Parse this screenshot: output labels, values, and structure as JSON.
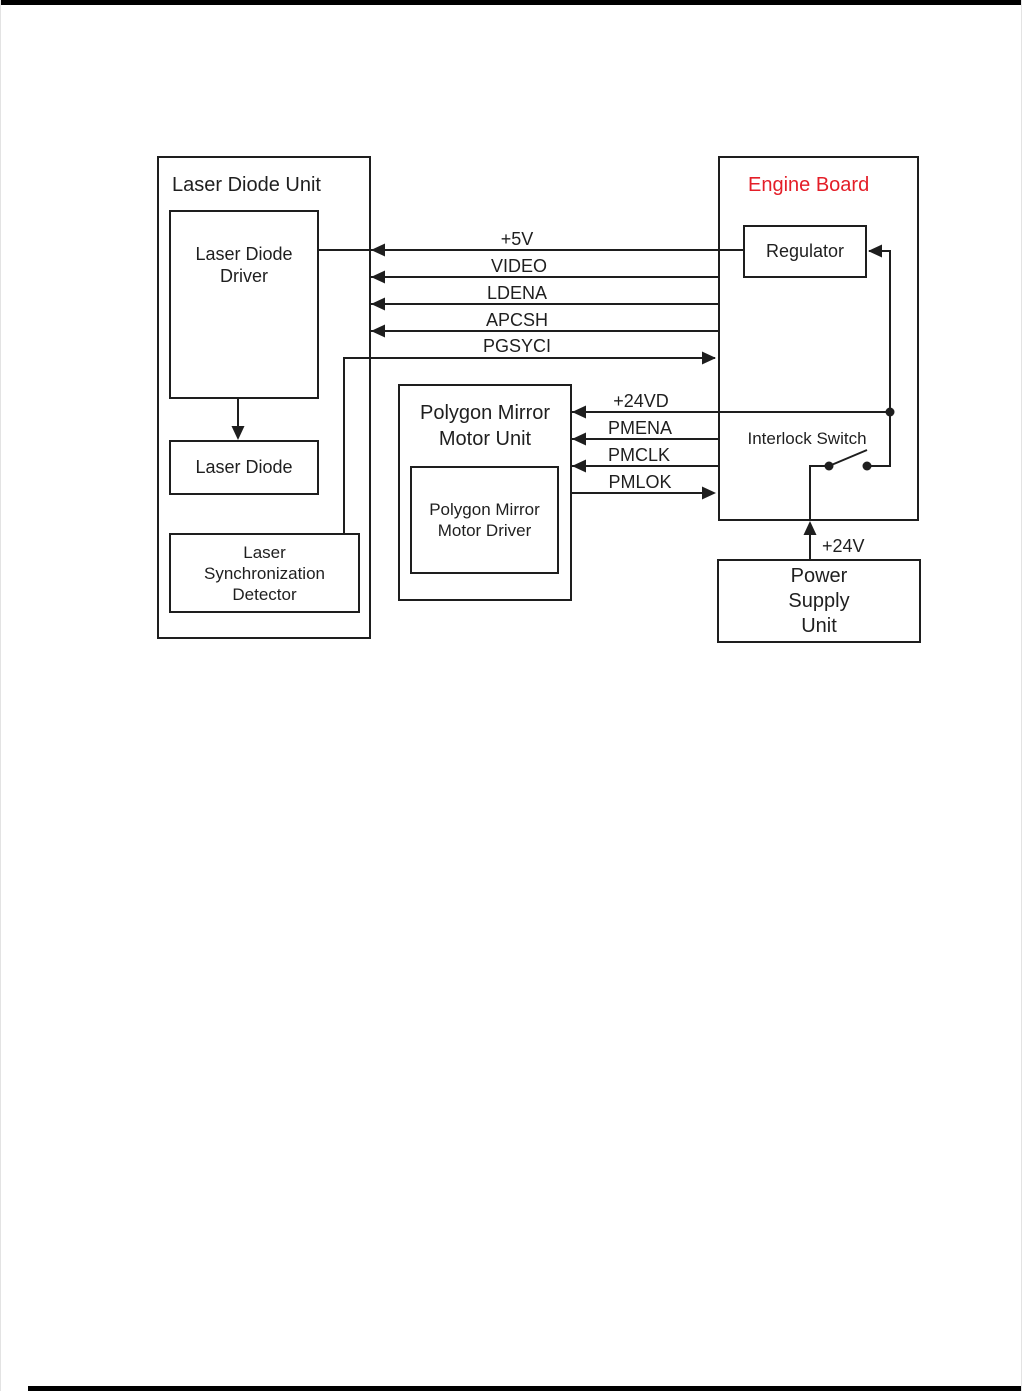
{
  "page": {
    "background": "#ffffff",
    "top_bar_color": "#000000",
    "bottom_bar_color": "#000000"
  },
  "colors": {
    "line": "#1e1e1e",
    "text": "#1f1f1f",
    "engine_board_title": "#e41e28"
  },
  "blocks": {
    "laser_diode_unit": {
      "title": "Laser Diode Unit"
    },
    "laser_diode_driver": {
      "lines": [
        "Laser Diode",
        "Driver"
      ]
    },
    "laser_diode": {
      "label": "Laser Diode"
    },
    "laser_sync_detector": {
      "lines": [
        "Laser",
        "Synchronization",
        "Detector"
      ]
    },
    "polygon_mirror_motor_unit": {
      "lines": [
        "Polygon Mirror",
        "Motor Unit"
      ]
    },
    "polygon_mirror_motor_driver": {
      "lines": [
        "Polygon Mirror",
        "Motor Driver"
      ]
    },
    "engine_board": {
      "title": "Engine Board"
    },
    "regulator": {
      "label": "Regulator"
    },
    "interlock_switch": {
      "label": "Interlock Switch"
    },
    "power_supply_unit": {
      "lines": [
        "Power",
        "Supply",
        "Unit"
      ]
    }
  },
  "signals": {
    "plus5v": "+5V",
    "video": "VIDEO",
    "ldena": "LDENA",
    "apcsh": "APCSH",
    "pgsyci": "PGSYCI",
    "plus24vd": "+24VD",
    "pmena": "PMENA",
    "pmclk": "PMCLK",
    "pmlok": "PMLOK",
    "plus24v": "+24V"
  }
}
